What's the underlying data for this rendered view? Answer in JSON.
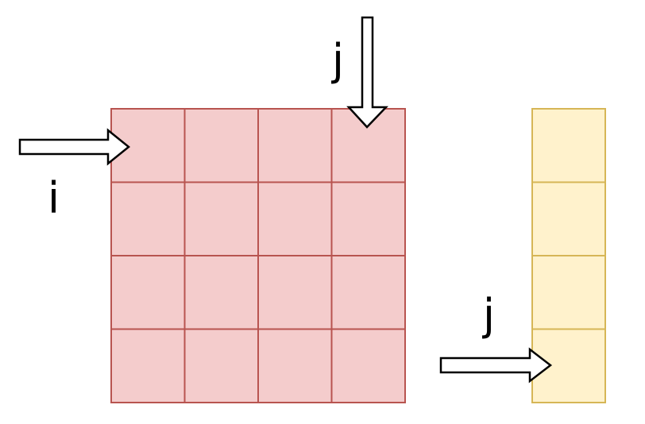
{
  "matrix": {
    "rows": 4,
    "cols": 4,
    "fill": "#f4cccc",
    "stroke": "#b85450"
  },
  "vector": {
    "cells": 4,
    "fill": "#fff2cc",
    "stroke": "#d6b656"
  },
  "labels": {
    "row_index": "i",
    "col_index": "j",
    "vector_index": "j"
  },
  "arrow_style": {
    "fill": "#ffffff",
    "stroke": "#000000"
  }
}
